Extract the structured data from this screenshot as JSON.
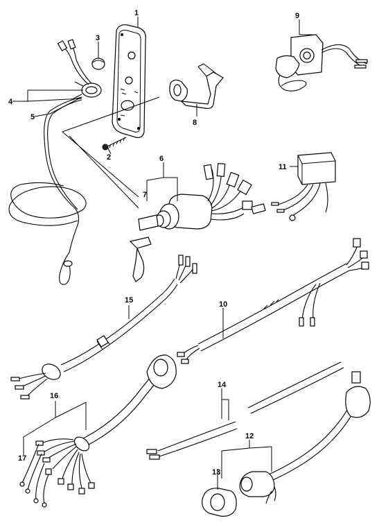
{
  "callouts": [
    "1",
    "2",
    "3",
    "4",
    "5",
    "6",
    "7",
    "8",
    "9",
    "10",
    "11",
    "12",
    "13",
    "14",
    "15",
    "16",
    "17"
  ]
}
